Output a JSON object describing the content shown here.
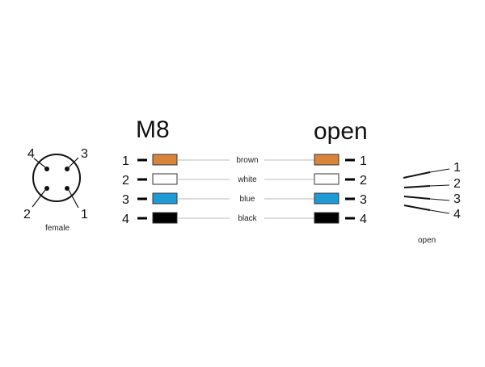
{
  "left_title": "M8",
  "right_title": "open",
  "connector": {
    "label": "female",
    "pin_labels": [
      "4",
      "3",
      "2",
      "1"
    ]
  },
  "wires": [
    {
      "pin": "1",
      "color_name": "brown",
      "color": "#d9843b"
    },
    {
      "pin": "2",
      "color_name": "white",
      "color": "#ffffff"
    },
    {
      "pin": "3",
      "color_name": "blue",
      "color": "#1e9ad6"
    },
    {
      "pin": "4",
      "color_name": "black",
      "color": "#000000"
    }
  ],
  "open_end": {
    "label": "open",
    "pins": [
      "1",
      "2",
      "3",
      "4"
    ]
  }
}
